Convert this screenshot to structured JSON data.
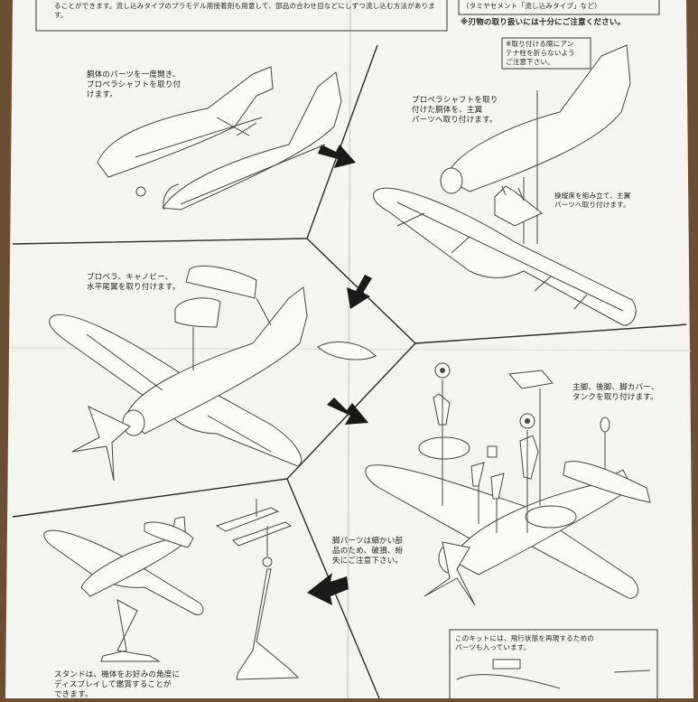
{
  "header": {
    "left_text": "ることができます。流し込みタイプのプラモデル用接着剤も用意して、部品の合わせ目などにしずつ流し込む方法があります。",
    "right_box_text": "（タミヤセメント「流し込みタイプ」など）",
    "warning": "※刃物の取り扱いには十分にご注意ください。"
  },
  "steps": [
    {
      "id": "step-1",
      "text": "胴体のパーツを一度開き、\nプロペラシャフトを取り付\nけます。"
    },
    {
      "id": "step-2",
      "text": "プロペラシャフトを取り\n付けた胴体を、主翼\nパーツへ取り付けます。",
      "callout": "※取り付ける際にアン\nテナ柱を折らないよう\nご注意下さい。",
      "cockpit_note": "操縦席を組み立て、主翼\nパーツへ取り付けます。"
    },
    {
      "id": "step-3",
      "text": "プロペラ、キャノピー、\n水平尾翼を取り付けます。"
    },
    {
      "id": "step-4",
      "text": "主脚、後脚、脚カバー、\nタンクを取り付けます。",
      "gear_note": "脚パーツは細かい部\n品のため、破損、紛\n失にご注意下さい。",
      "flight_note": "このキットには、飛行状態を再現するための\nパーツも入っています。"
    },
    {
      "id": "step-5",
      "text": "スタンドは、機体をお好みの角度に\nディスプレイして鑑賞することが\nできます。"
    }
  ]
}
